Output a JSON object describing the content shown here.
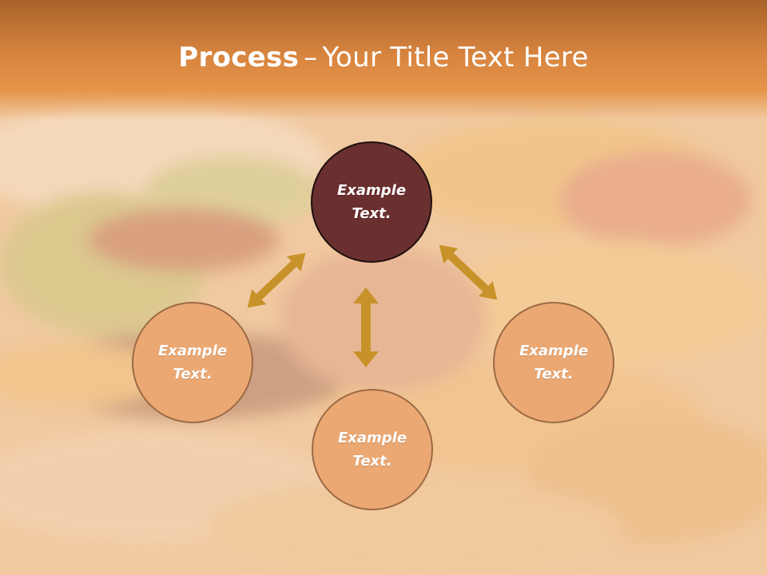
{
  "header": {
    "title_bold": "Process",
    "title_dash": "–",
    "title_rest": "Your Title Text Here"
  },
  "diagram": {
    "center": {
      "label": "Example Text."
    },
    "nodes": [
      {
        "id": "left",
        "label": "Example Text."
      },
      {
        "id": "bottom",
        "label": "Example Text."
      },
      {
        "id": "right",
        "label": "Example Text."
      }
    ],
    "colors": {
      "center_fill": "#6a2f2f",
      "node_fill": "#eba873",
      "arrow": "#c8922a",
      "header": "#d7843f"
    }
  }
}
